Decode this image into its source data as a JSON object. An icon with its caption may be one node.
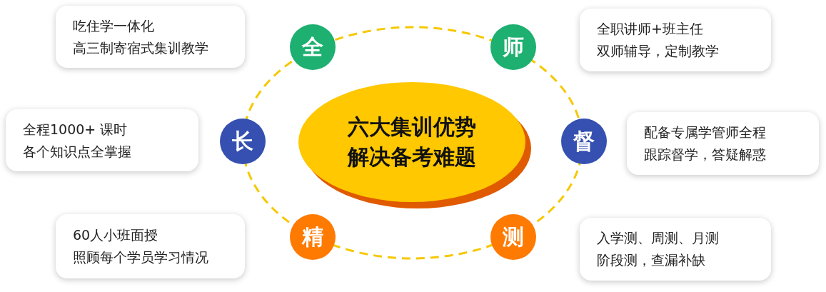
{
  "diagram": {
    "nodes": [
      {
        "text": [
          "吃住学一体化",
          "高三制寄宿式集训教学"
        ]
      },
      {
        "text": [
          "全"
        ]
      },
      {
        "text": [
          "师"
        ]
      },
      {
        "text": [
          "全职讲师+班主任",
          "双师辅导，定制教学"
        ]
      },
      {
        "text": [
          "全程1000+ 课时",
          "各个知识点全掌握"
        ]
      },
      {
        "text": [
          "长"
        ]
      },
      {
        "text": [
          "六大集训优势",
          "解决备考难题"
        ]
      },
      {
        "text": [
          "督"
        ]
      },
      {
        "text": [
          "配备专属学管师全程",
          "跟踪督学，答疑解惑"
        ]
      },
      {
        "text": [
          "60人小班面授",
          "照顾每个学员学习情况"
        ]
      },
      {
        "text": [
          "精"
        ]
      },
      {
        "text": [
          "测"
        ]
      },
      {
        "text": [
          "入学测、周测、月测",
          "阶段测，查漏补缺"
        ]
      }
    ]
  }
}
